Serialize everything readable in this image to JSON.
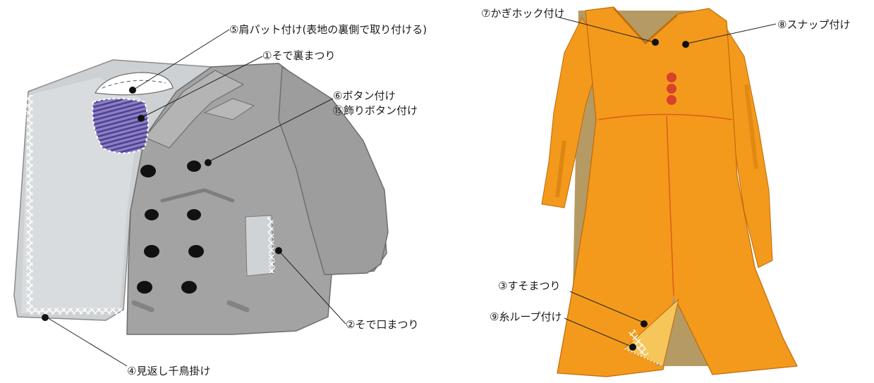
{
  "labels": {
    "shoulder_pad": "⑤肩パット付け(表地の裏側で取り付ける)",
    "sleeve_lining_hem": "①そで裏まつり",
    "button_attach": "⑥ボタン付け",
    "decorative_button": "⑮飾りボタン付け",
    "facing_herringbone": "④見返し千鳥掛け",
    "sleeve_cuff_hem": "②そで口まつり",
    "hook_eye": "⑦かぎホック付け",
    "snap": "⑧スナップ付け",
    "hem": "③すそまつり",
    "thread_loop": "⑨糸ループ付け"
  },
  "colors": {
    "jacket_body": "#a3a3a3",
    "jacket_dark": "#7d7d7d",
    "lining": "#cfd3d6",
    "sleeve_lining_stripe": "#5a4a9a",
    "button": "#111111",
    "dress": "#f39a1c",
    "dress_inside": "#b59a63",
    "dress_button": "#d9412b",
    "leader_line": "#222222"
  }
}
